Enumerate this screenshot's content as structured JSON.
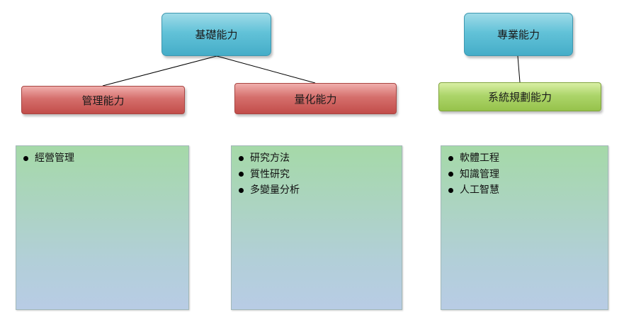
{
  "nodes": {
    "basic": "基礎能力",
    "professional": "專業能力",
    "management": "管理能力",
    "quantitative": "量化能力",
    "systems": "系統規劃能力"
  },
  "panels": {
    "management": [
      "經營管理"
    ],
    "quantitative": [
      "研究方法",
      "質性研究",
      "多變量分析"
    ],
    "systems": [
      "軟體工程",
      "知識管理",
      "人工智慧"
    ]
  },
  "colors": {
    "basic_node": "#55b8d0",
    "professional_node": "#55b8d0",
    "management_node": "#cf6360",
    "quantitative_node": "#cf6360",
    "systems_node": "#a6cf5e",
    "panel_top": "#a5d9a8",
    "panel_bottom": "#b8cce5",
    "connector": "#000000"
  }
}
